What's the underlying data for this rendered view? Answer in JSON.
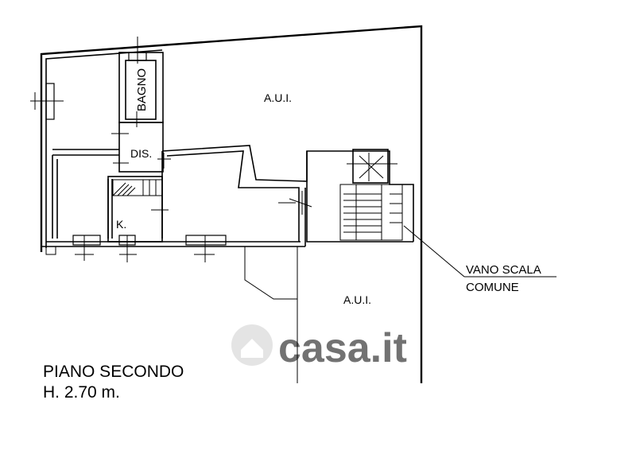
{
  "labels": {
    "aui_top": "A.U.I.",
    "aui_bottom": "A.U.I.",
    "bagno": "BAGNO",
    "dis": "DIS.",
    "kitchen": "K.",
    "vano_line1": "VANO SCALA",
    "vano_line2": "COMUNE"
  },
  "caption": {
    "floor": "PIANO SECONDO",
    "height": "H. 2.70 m."
  },
  "watermark": {
    "text": "casa.it",
    "color": "#c8c8c8"
  },
  "colors": {
    "line": "#000000",
    "background": "#ffffff"
  }
}
